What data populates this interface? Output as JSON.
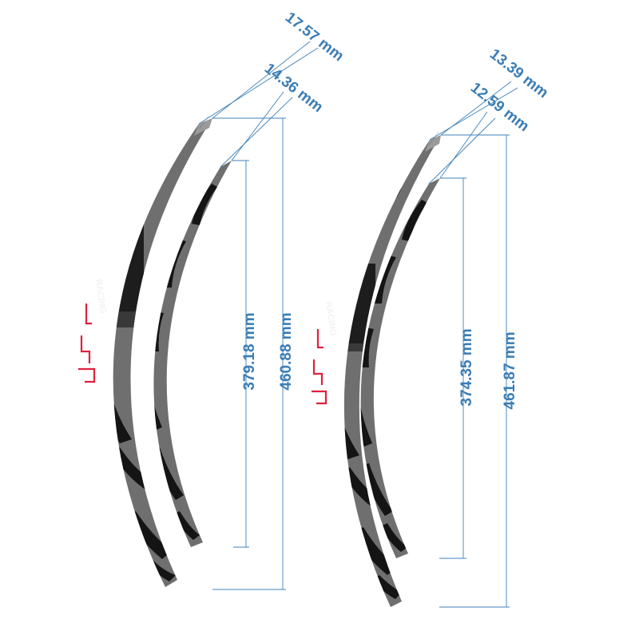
{
  "colors": {
    "decal_base": "#6f6f6f",
    "decal_pattern": "#141414",
    "accent": "#e0203c",
    "dimension": "#3a7db5"
  },
  "decal_set_left": {
    "brand_text": "RACING",
    "dimensions": {
      "outer_width": "17.57 mm",
      "inner_width": "14.36 mm",
      "inner_length": "379.18 mm",
      "outer_length": "460.88 mm"
    }
  },
  "decal_set_right": {
    "brand_text": "RACING",
    "dimensions": {
      "outer_width": "13.39 mm",
      "inner_width": "12.59 mm",
      "inner_length": "374.35 mm",
      "outer_length": "461.87 mm"
    }
  }
}
